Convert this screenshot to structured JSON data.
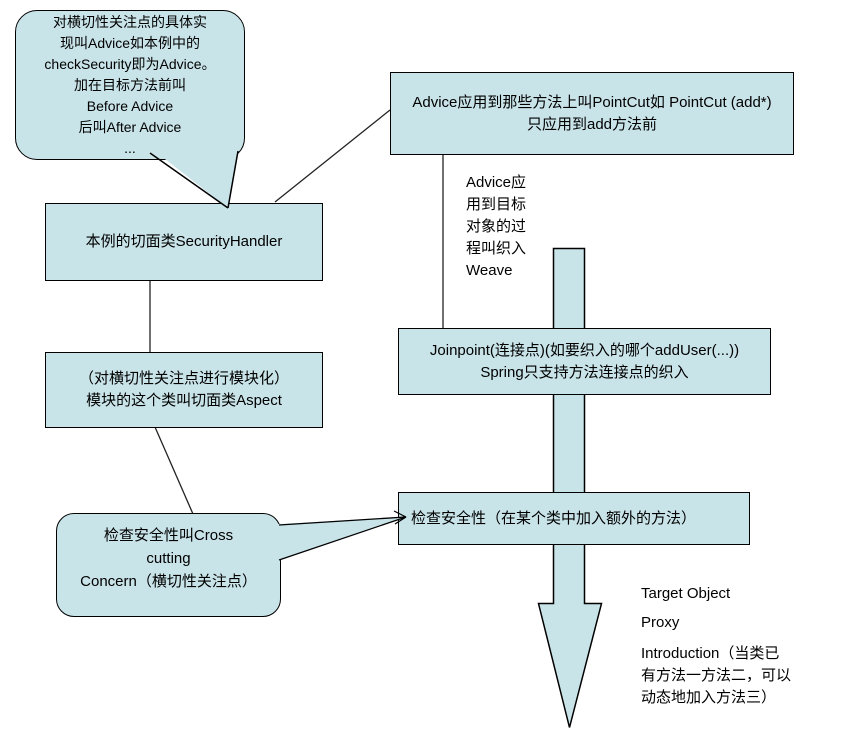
{
  "colors": {
    "shape_fill": "#c9e4e9",
    "shape_border": "#000000",
    "connector": "#222222",
    "background": "#ffffff"
  },
  "callout_advice": {
    "lines": [
      "对横切性关注点的具体实",
      "现叫Advice如本例中的",
      "checkSecurity即为Advice。",
      "加在目标方法前叫",
      "Before Advice",
      "后叫After Advice",
      "..."
    ]
  },
  "box_pointcut": {
    "lines": [
      "Advice应用到那些方法上叫PointCut如 PointCut (add*)",
      "只应用到add方法前"
    ]
  },
  "label_weave": {
    "lines": [
      "Advice应",
      "用到目标",
      "对象的过",
      "程叫织入",
      "Weave"
    ]
  },
  "box_security_handler": {
    "text": "本例的切面类SecurityHandler"
  },
  "box_aspect": {
    "lines": [
      "（对横切性关注点进行模块化）",
      "模块的这个类叫切面类Aspect"
    ]
  },
  "box_joinpoint": {
    "lines": [
      "Joinpoint(连接点)(如要织入的哪个addUser(...))",
      "Spring只支持方法连接点的织入"
    ]
  },
  "box_check_security": {
    "text": "检查安全性（在某个类中加入额外的方法）"
  },
  "callout_crosscutting": {
    "lines": [
      "检查安全性叫Cross",
      "cutting",
      "Concern（横切性关注点）"
    ]
  },
  "labels_right": {
    "target_object": "Target Object",
    "proxy": "Proxy",
    "introduction_lines": [
      "Introduction（当类已",
      "有方法一方法二，可以",
      "动态地加入方法三）"
    ]
  }
}
